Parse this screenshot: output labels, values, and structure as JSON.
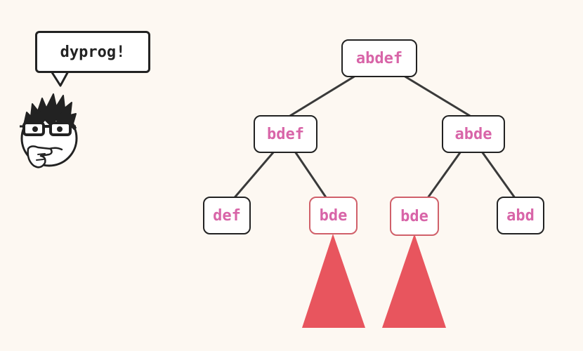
{
  "speech": {
    "text": "dyprog!"
  },
  "tree": {
    "root": "abdef",
    "left": "bdef",
    "right": "abde",
    "left_left": "def",
    "left_right": "bde",
    "right_left": "bde",
    "right_right": "abd"
  },
  "colors": {
    "background": "#fdf8f2",
    "label": "#d865a8",
    "repeated_subtree": "#e8555e",
    "repeated_border": "#d0606a"
  },
  "icons": {
    "character": "thinking-character-icon"
  }
}
